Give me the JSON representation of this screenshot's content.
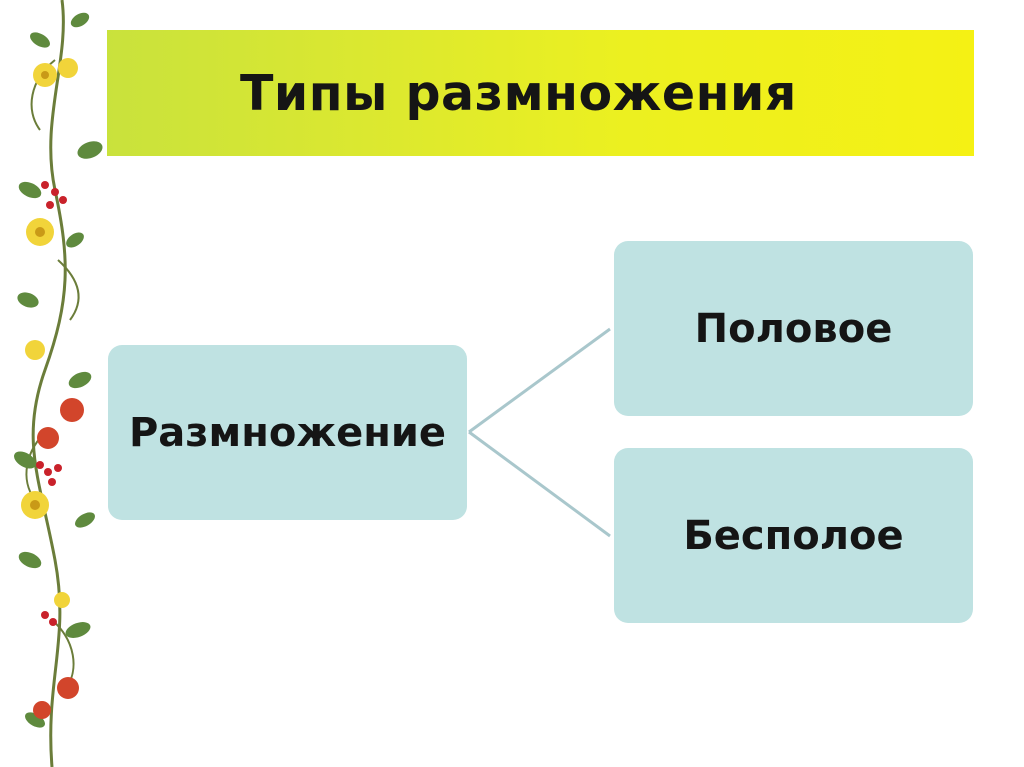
{
  "title": "Типы размножения",
  "diagram": {
    "root": {
      "label": "Размножение"
    },
    "children": [
      {
        "label": "Половое"
      },
      {
        "label": "Бесполое"
      }
    ]
  },
  "colors": {
    "title_bar_start": "#c9e23c",
    "title_bar_end": "#f5f114",
    "box_fill": "#bfe2e2",
    "connector": "#a9c7cc",
    "text": "#151515"
  },
  "decoration": {
    "left_border": "flowering-vine-with-berries-icon"
  }
}
